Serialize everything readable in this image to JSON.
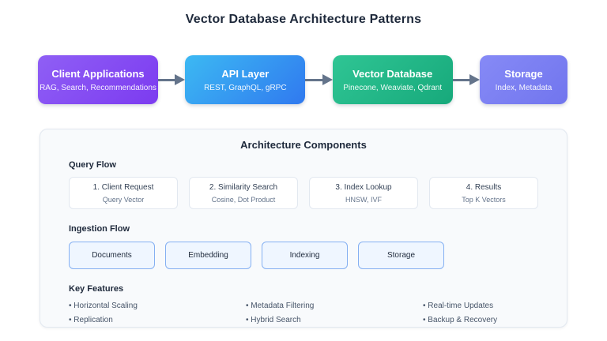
{
  "title": "Vector Database Architecture Patterns",
  "flow": {
    "arrow_color": "#64748b",
    "nodes": [
      {
        "title": "Client Applications",
        "subtitle": "RAG, Search, Recommendations",
        "color_from": "#8f5ff5",
        "color_to": "#7c3bf0"
      },
      {
        "title": "API Layer",
        "subtitle": "REST, GraphQL, gRPC",
        "color_from": "#3cb9f3",
        "color_to": "#3079ef"
      },
      {
        "title": "Vector Database",
        "subtitle": "Pinecone, Weaviate, Qdrant",
        "color_from": "#2fc594",
        "color_to": "#17a97b"
      },
      {
        "title": "Storage",
        "subtitle": "Index, Metadata",
        "color_from": "#868af6",
        "color_to": "#7175ee"
      }
    ]
  },
  "panel": {
    "title": "Architecture Components",
    "query_flow": {
      "heading": "Query Flow",
      "steps": [
        {
          "title": "1. Client Request",
          "subtitle": "Query Vector"
        },
        {
          "title": "2. Similarity Search",
          "subtitle": "Cosine, Dot Product"
        },
        {
          "title": "3. Index Lookup",
          "subtitle": "HNSW, IVF"
        },
        {
          "title": "4. Results",
          "subtitle": "Top K Vectors"
        }
      ]
    },
    "ingestion_flow": {
      "heading": "Ingestion Flow",
      "stages": [
        {
          "label": "Documents"
        },
        {
          "label": "Embedding"
        },
        {
          "label": "Indexing"
        },
        {
          "label": "Storage"
        }
      ]
    },
    "key_features": {
      "heading": "Key Features",
      "columns": [
        {
          "items": [
            "Horizontal Scaling",
            "Replication"
          ]
        },
        {
          "items": [
            "Metadata Filtering",
            "Hybrid Search"
          ]
        },
        {
          "items": [
            "Real-time Updates",
            "Backup & Recovery"
          ]
        }
      ]
    }
  },
  "colors": {
    "title_text": "#1e293b",
    "panel_bg": "#f8fafc",
    "panel_border": "#e2e8f0",
    "card_title": "#334155",
    "card_subtitle": "#64748b",
    "ingest_bg": "#eff6ff",
    "ingest_border": "#85b0f2",
    "feature_text": "#475569"
  }
}
